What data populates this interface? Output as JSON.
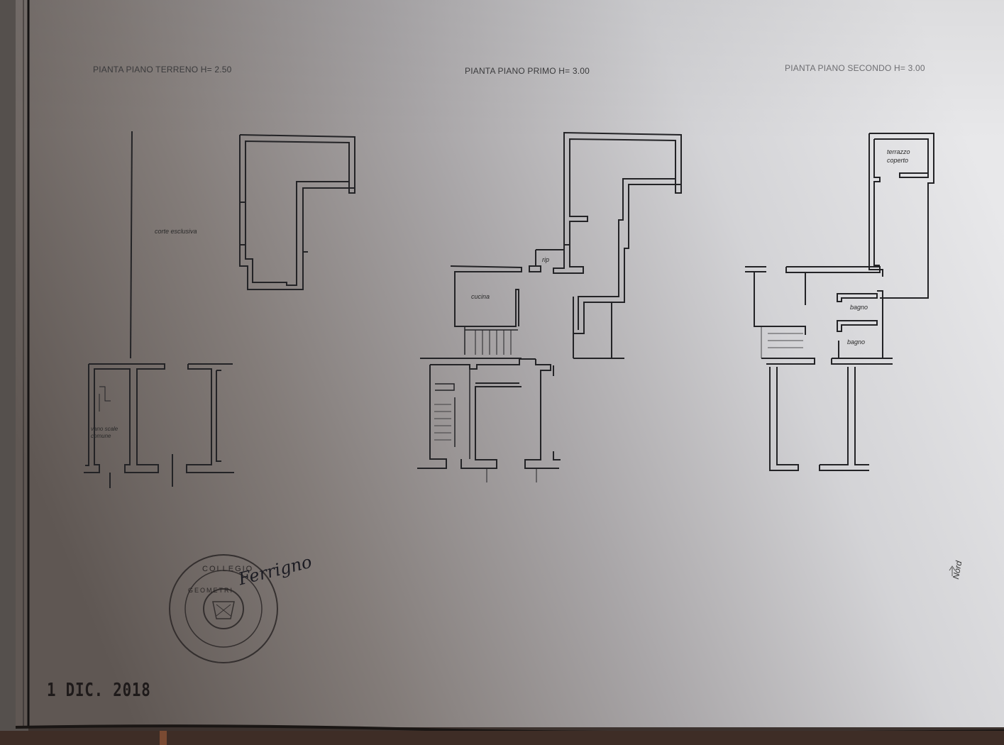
{
  "document": {
    "type": "architectural floor plan (photographed printout)",
    "colors": {
      "paper_dark": "#6d6763",
      "paper_light": "#e6e6e8",
      "line": "#232326",
      "background": "#3a302c"
    }
  },
  "plans": [
    {
      "title": "PIANTA PIANO TERRENO  H= 2.50",
      "rooms": [
        {
          "label": "corte esclusiva"
        },
        {
          "label": "vano scale comune"
        }
      ]
    },
    {
      "title": "PIANTA PIANO PRIMO  H= 3.00",
      "rooms": [
        {
          "label": "rip"
        },
        {
          "label": "cucina"
        }
      ]
    },
    {
      "title": "PIANTA PIANO SECONDO  H= 3.00",
      "rooms": [
        {
          "label": "terrazzo"
        },
        {
          "label": "coperto"
        },
        {
          "label": "bagno"
        },
        {
          "label": "bagno"
        }
      ]
    }
  ],
  "north_label": "Nord",
  "stamp": {
    "outer_text": "COLLEGIO GEOMETRI",
    "signature": "Ferrigno"
  },
  "date_stamp": "1   DIC. 2018"
}
